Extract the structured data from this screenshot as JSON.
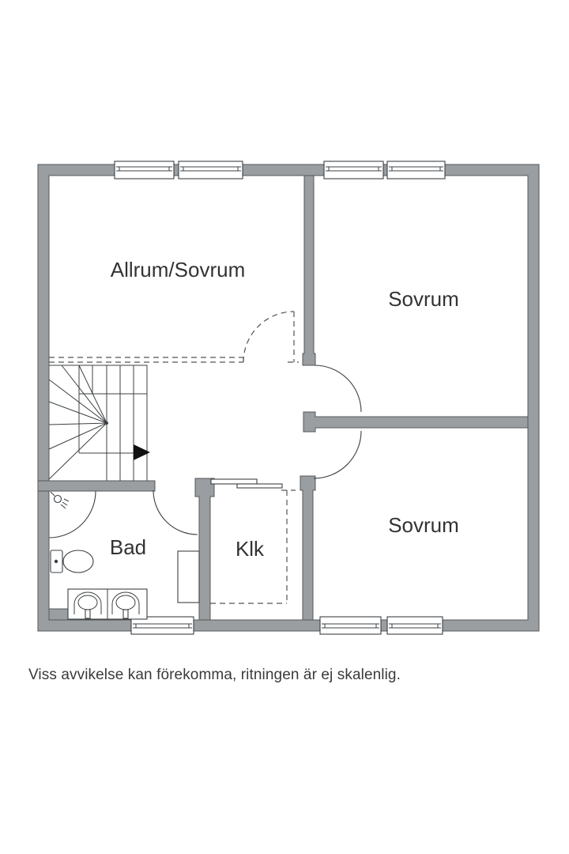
{
  "floorplan": {
    "rooms": [
      {
        "id": "allrum-sovrum",
        "label": "Allrum/Sovrum"
      },
      {
        "id": "sovrum-top",
        "label": "Sovrum"
      },
      {
        "id": "sovrum-bottom",
        "label": "Sovrum"
      },
      {
        "id": "bad",
        "label": "Bad"
      },
      {
        "id": "klk",
        "label": "Klk"
      }
    ],
    "caption": "Viss avvikelse kan förekomma, ritningen är ej skalenlig.",
    "colors": {
      "wall_fill": "#9a9ea1",
      "wall_outline": "#54585a",
      "linework": "#3c4043",
      "dashed_line": "#555555",
      "label_text": "#333333",
      "caption_text": "#3a3a3a",
      "arrow_fill": "#111111",
      "background": "#ffffff"
    }
  }
}
